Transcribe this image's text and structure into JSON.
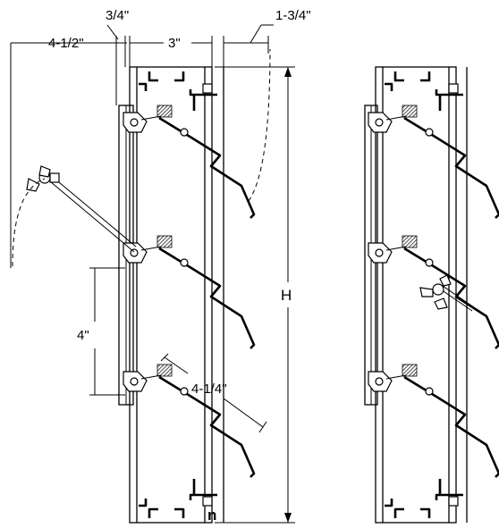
{
  "dimensions": {
    "handle_offset": "4-1/2\"",
    "link_width": "3/4\"",
    "frame_depth": "3\"",
    "blade_overhang": "1-3/4\"",
    "height": "H",
    "blade_spacing": "4\"",
    "blade_width": "4-1/4\""
  },
  "colors": {
    "line": "#000000",
    "background": "#ffffff"
  },
  "icons": [
    "wing-nut-icon",
    "pivot-pin-icon",
    "blade-clip-icon"
  ]
}
